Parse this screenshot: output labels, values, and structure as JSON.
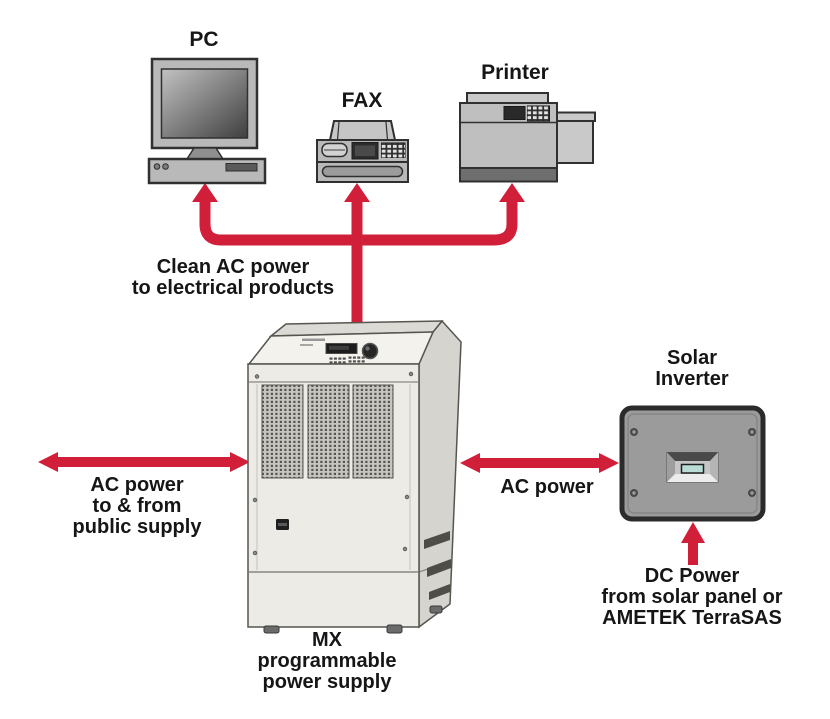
{
  "colors": {
    "arrow": "#d21f39",
    "text": "#161616",
    "device_fill": "#b9b9b9",
    "device_border": "#303030",
    "cabinet_front": "#edebe6",
    "cabinet_panel": "#f3f2ed",
    "cabinet_side": "#d6d4ce",
    "cabinet_top": "#dcdad4",
    "inverter_fill": "#9b9b9b",
    "inverter_border": "#2b2b2b",
    "screen_teal": "#b9ddd6"
  },
  "nodes": {
    "pc": {
      "label": "PC"
    },
    "fax": {
      "label": "FAX"
    },
    "printer": {
      "label": "Printer"
    },
    "power_supply": {
      "lines": [
        "MX",
        "programmable",
        "power supply"
      ]
    },
    "solar_inverter": {
      "lines": [
        "Solar",
        "Inverter"
      ]
    }
  },
  "flows": {
    "clean_ac": {
      "lines": [
        "Clean AC power",
        "to electrical products"
      ]
    },
    "public_ac": {
      "lines": [
        "AC power",
        "to & from",
        "public supply"
      ]
    },
    "inverter_ac": {
      "label": "AC power"
    },
    "dc_power": {
      "lines": [
        "DC Power",
        "from solar panel or",
        "AMETEK TerraSAS"
      ]
    }
  }
}
